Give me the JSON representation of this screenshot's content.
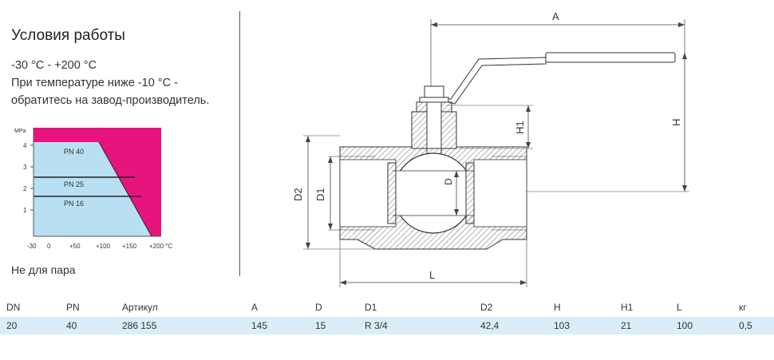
{
  "conditions": {
    "title": "Условия работы",
    "temp_range": "-30 °C - +200 °C",
    "note_line1": "При температуре ниже -10 °C -",
    "note_line2": "обратитесь на завод-производитель.",
    "not_for_steam": "Не для пара"
  },
  "pt_chart": {
    "unit_y": "MPa",
    "unit_x": "°C",
    "y_ticks": [
      "4",
      "3",
      "2",
      "1"
    ],
    "x_ticks": [
      "-30",
      "0",
      "+50",
      "+100",
      "+150",
      "+200 °C"
    ],
    "bands": [
      "PN 40",
      "PN 25",
      "PN 16"
    ],
    "colors": {
      "safe": "#b9dff2",
      "limit": "#e8147d"
    }
  },
  "drawing": {
    "labels": {
      "a": "A",
      "h": "H",
      "h1": "H1",
      "d2": "D2",
      "d1": "D1",
      "d": "D",
      "l": "L"
    }
  },
  "table": {
    "headers": [
      "DN",
      "PN",
      "Артикул",
      "A",
      "D",
      "D1",
      "D2",
      "H",
      "H1",
      "L",
      "кг"
    ],
    "rows": [
      [
        "20",
        "40",
        "286 155",
        "145",
        "15",
        "R 3/4",
        "42,4",
        "103",
        "21",
        "100",
        "0,5"
      ]
    ]
  }
}
